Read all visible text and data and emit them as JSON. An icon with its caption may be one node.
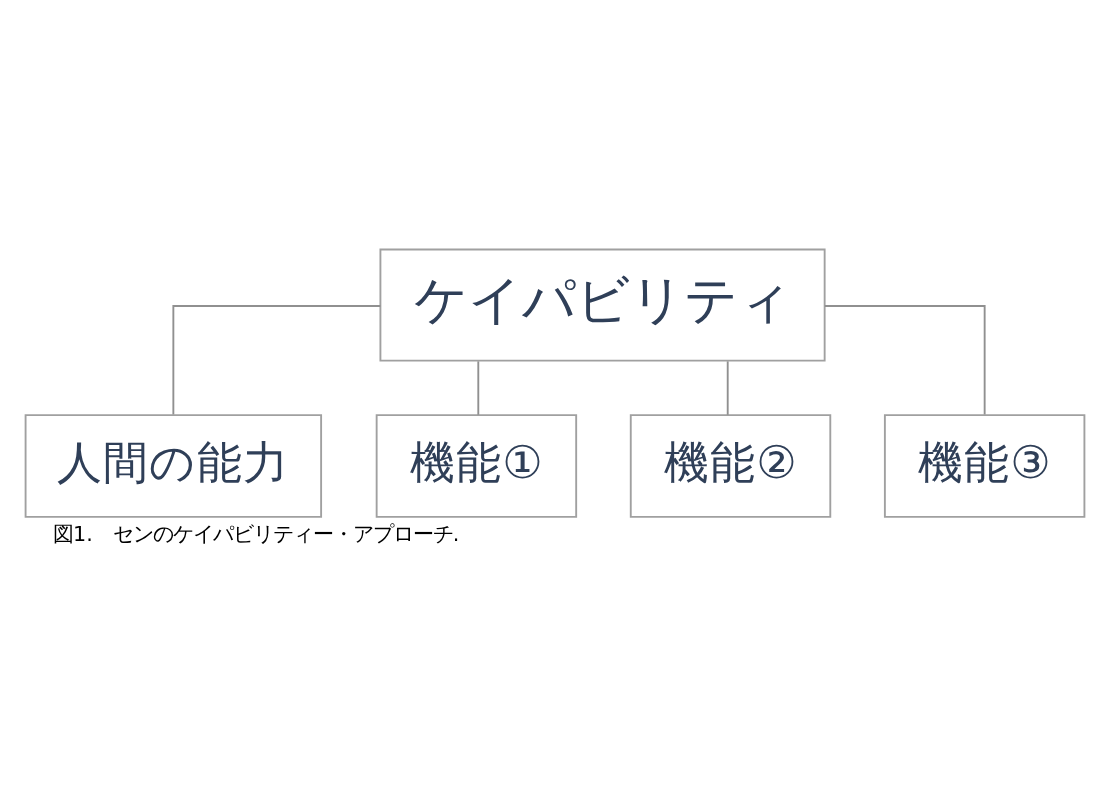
{
  "diagram": {
    "caption": "図1.　センのケイパビリティー・アプローチ.",
    "nodes": [
      {
        "text": [
          "ケイパビリティ"
        ]
      },
      {
        "text": [
          "人間の能力"
        ]
      },
      {
        "text": [
          "機能①"
        ]
      },
      {
        "text": [
          "機能②"
        ]
      },
      {
        "text": [
          "機能③"
        ]
      }
    ],
    "edges": [
      {
        "from": 0,
        "to": 1,
        "arrow": "none"
      },
      {
        "from": 0,
        "to": 2,
        "arrow": "none"
      },
      {
        "from": 0,
        "to": 3,
        "arrow": "none"
      },
      {
        "from": 0,
        "to": 4,
        "arrow": "none"
      }
    ]
  }
}
